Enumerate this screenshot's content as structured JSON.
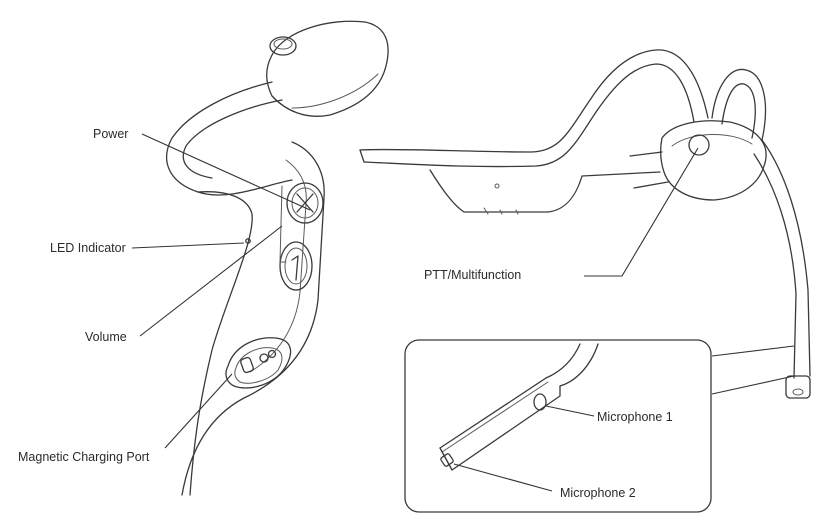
{
  "labels": {
    "power": "Power",
    "led_indicator": "LED Indicator",
    "volume": "Volume",
    "magnetic_charging_port": "Magnetic Charging Port",
    "ptt_multifunction": "PTT/Multifunction",
    "microphone_1": "Microphone 1",
    "microphone_2": "Microphone 2"
  }
}
